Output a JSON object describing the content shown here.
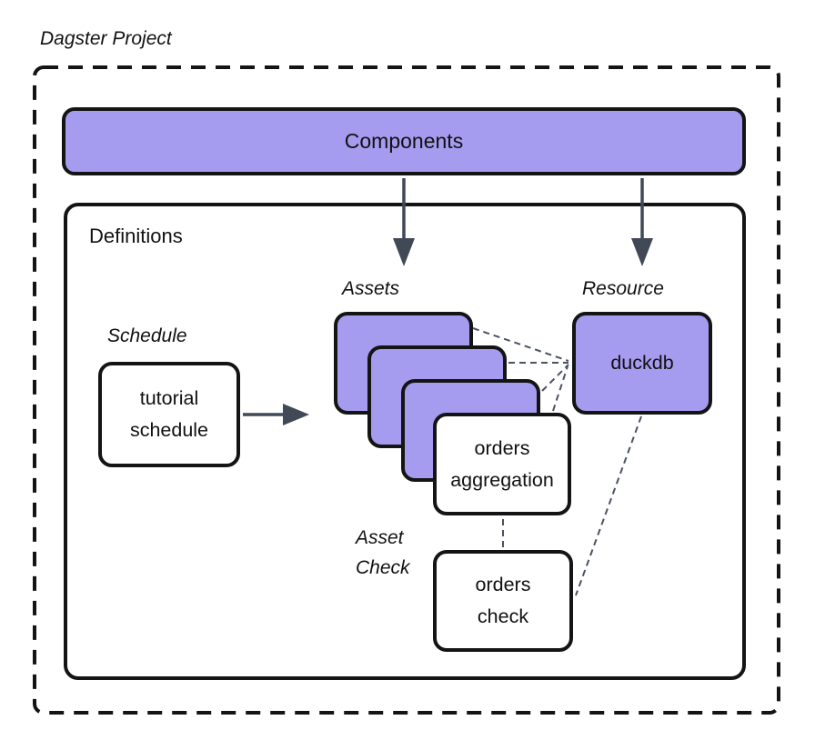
{
  "colors": {
    "purple": "#a59cf0",
    "ink": "#141414",
    "arrow": "#414956",
    "connector": "#4b5262",
    "background": "#ffffff",
    "text": "#111111"
  },
  "diagram": {
    "title": "Dagster Project",
    "components": {
      "label": "Components"
    },
    "definitions": {
      "label": "Definitions"
    },
    "group_labels": {
      "schedule": "Schedule",
      "assets": "Assets",
      "resource": "Resource",
      "asset_check": "Asset\nCheck"
    },
    "nodes": {
      "tutorial_schedule": {
        "lines": [
          "tutorial",
          "schedule"
        ]
      },
      "orders_aggregation": {
        "lines": [
          "orders",
          "aggregation"
        ]
      },
      "duckdb": {
        "label": "duckdb"
      },
      "orders_check": {
        "lines": [
          "orders",
          "check"
        ]
      }
    },
    "edges": [
      {
        "from": "components",
        "to": "assets",
        "style": "solid-arrow"
      },
      {
        "from": "components",
        "to": "resource",
        "style": "solid-arrow"
      },
      {
        "from": "tutorial-schedule",
        "to": "assets",
        "style": "solid-arrow"
      },
      {
        "from": "asset-card-1",
        "to": "duckdb",
        "style": "dashed"
      },
      {
        "from": "asset-card-2",
        "to": "duckdb",
        "style": "dashed"
      },
      {
        "from": "asset-card-3",
        "to": "duckdb",
        "style": "dashed"
      },
      {
        "from": "orders-aggregation",
        "to": "duckdb",
        "style": "dashed"
      },
      {
        "from": "duckdb",
        "to": "orders-check",
        "style": "dashed"
      },
      {
        "from": "orders-aggregation",
        "to": "orders-check",
        "style": "dashed"
      }
    ]
  }
}
